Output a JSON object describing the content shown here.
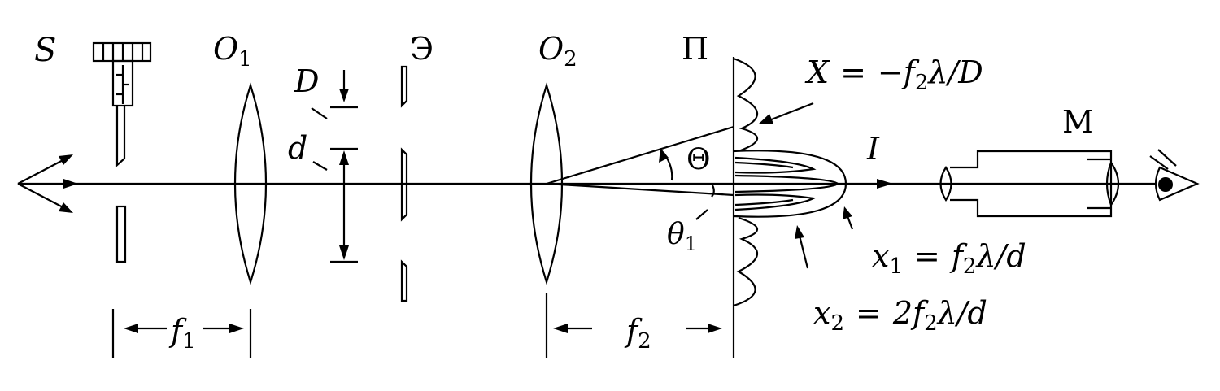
{
  "labels": {
    "source": "S",
    "lens1": "O",
    "lens1_sub": "1",
    "screen": "Э",
    "lens2": "O",
    "lens2_sub": "2",
    "plane": "П",
    "microscope": "М",
    "slit_width": "D",
    "slit_separation": "d",
    "angle_big": "Θ",
    "angle_small": "θ",
    "angle_small_sub": "1",
    "intensity": "I",
    "focal1": "f",
    "focal1_sub": "1",
    "focal2": "f",
    "focal2_sub": "2"
  },
  "formulas": {
    "X": {
      "lhs": "X",
      "rhs_pre": "−f",
      "sub": "2",
      "rhs_post": "λ/D"
    },
    "x1": {
      "lhs": "x",
      "lhs_sub": "1",
      "rhs_pre": "f",
      "sub": "2",
      "rhs_post": "λ/d"
    },
    "x2": {
      "lhs": "x",
      "lhs_sub": "2",
      "rhs_pre": "2f",
      "sub": "2",
      "rhs_post": "λ/d"
    }
  },
  "eq_sign": "=",
  "icons": [
    "eye-icon",
    "micrometer-screw-icon",
    "lens-icon",
    "microscope-icon"
  ]
}
